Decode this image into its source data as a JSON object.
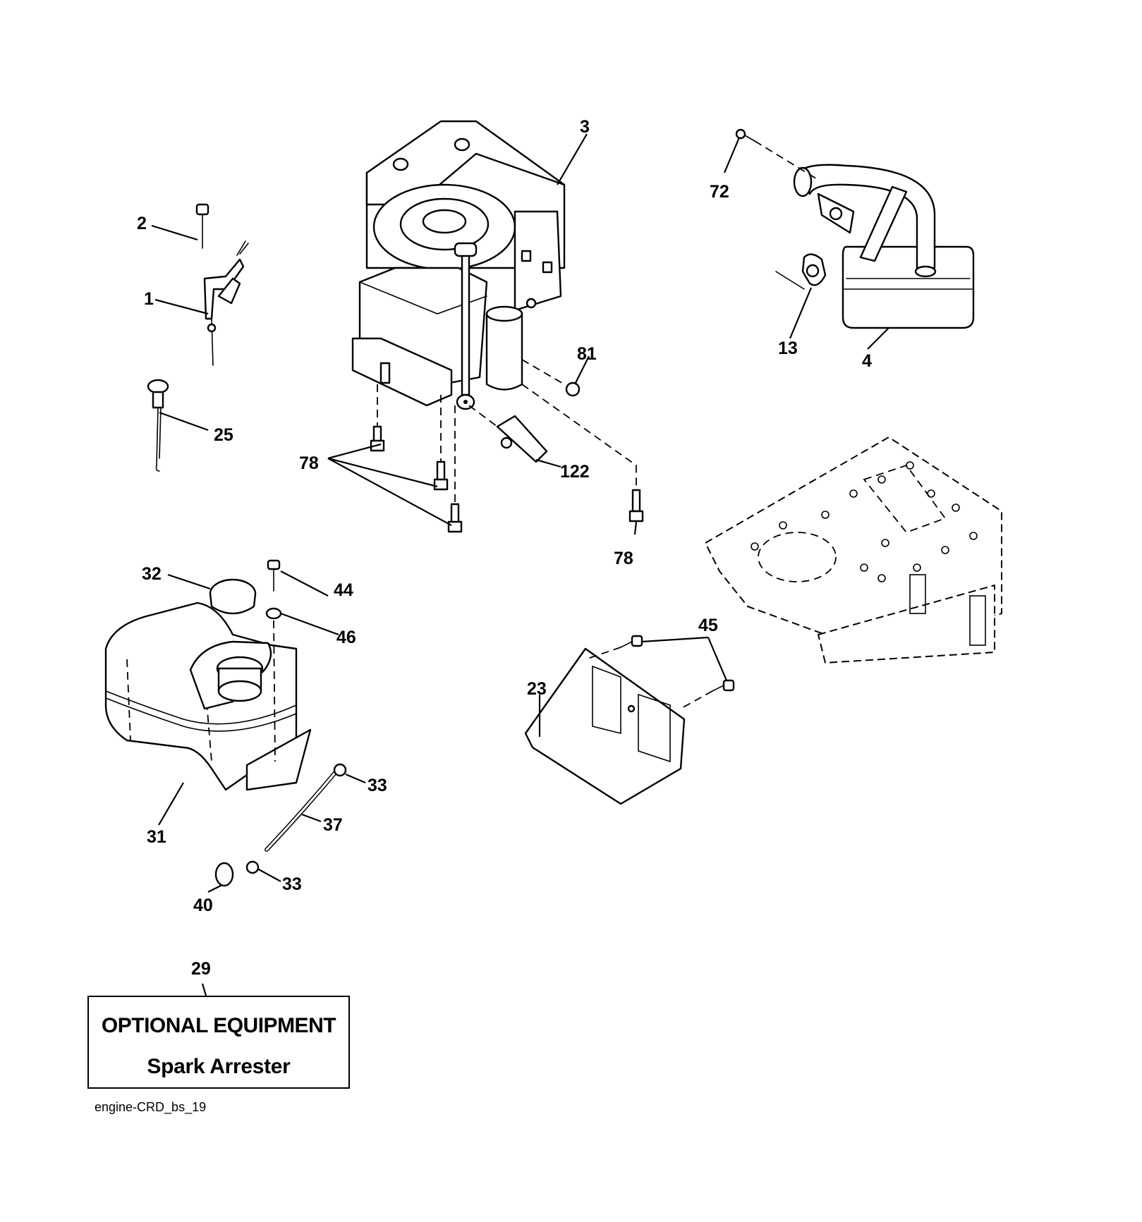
{
  "diagram": {
    "figure_code": "engine-CRD_bs_19",
    "optional_box": {
      "callout": "29",
      "title": "OPTIONAL EQUIPMENT",
      "subtitle": "Spark Arrester"
    },
    "callouts": {
      "c1": "1",
      "c2": "2",
      "c3": "3",
      "c4": "4",
      "c13": "13",
      "c23": "23",
      "c25": "25",
      "c31": "31",
      "c32": "32",
      "c33a": "33",
      "c33b": "33",
      "c37": "37",
      "c40": "40",
      "c44": "44",
      "c45": "45",
      "c46": "46",
      "c72": "72",
      "c78a": "78",
      "c78b": "78",
      "c81": "81",
      "c122": "122"
    }
  }
}
